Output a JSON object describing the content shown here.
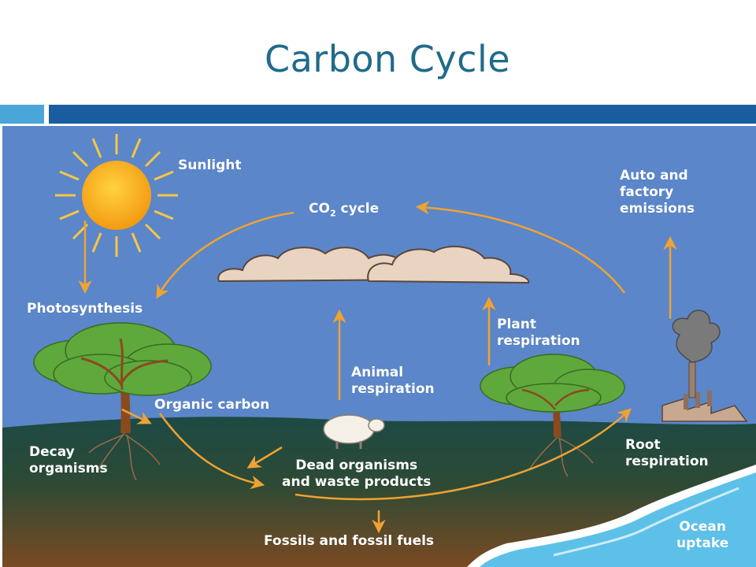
{
  "slide": {
    "title": "Carbon Cycle"
  },
  "diagram": {
    "labels": {
      "sunlight": "Sunlight",
      "co2_cycle_prefix": "CO",
      "co2_cycle_sub": "2",
      "co2_cycle_suffix": " cycle",
      "auto_emissions": "Auto and\nfactory\nemissions",
      "photosynthesis": "Photosynthesis",
      "plant_respiration": "Plant\nrespiration",
      "animal_respiration": "Animal\nrespiration",
      "organic_carbon": "Organic carbon",
      "decay_organisms": "Decay\norganisms",
      "dead_organisms": "Dead organisms\nand waste products",
      "root_respiration": "Root\nrespiration",
      "fossils": "Fossils and fossil fuels",
      "ocean_uptake": "Ocean\nuptake"
    },
    "colors": {
      "sky": "#5b86c9",
      "ground": "#1d4a45",
      "soil": "#7a4a22",
      "arrow": "#f0a232",
      "sun": "#f7a81b",
      "water": "#5dc0e8",
      "title": "#1f6b8a"
    }
  }
}
